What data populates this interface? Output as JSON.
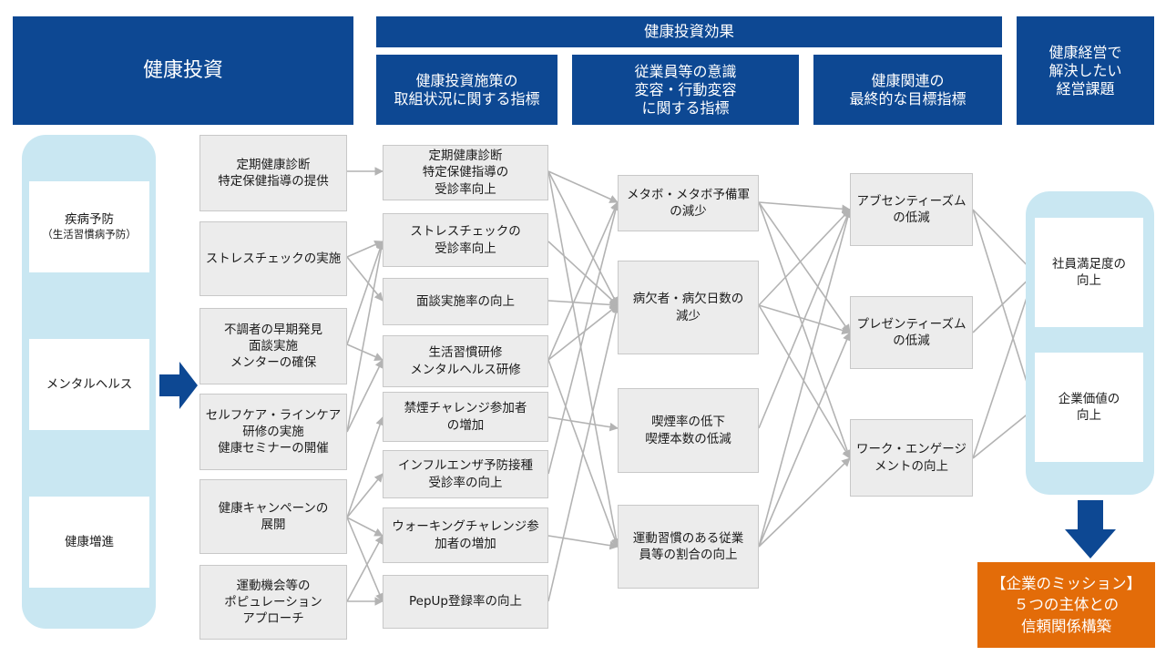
{
  "headers": {
    "investment": "健康投資",
    "effects": "健康投資効果",
    "col1": "健康投資施策の\n取組状況に関する指標",
    "col2": "従業員等の意識\n変容・行動変容\nに関する指標",
    "col3": "健康関連の\n最終的な目標指標",
    "col4": "健康経営で\n解決したい\n経営課題"
  },
  "categories": {
    "disease_prevention": "疾病予防",
    "disease_prevention_sub": "（生活習慣病予防）",
    "mental_health": "メンタルヘルス",
    "health_promotion": "健康増進"
  },
  "measures": [
    "定期健康診断\n特定保健指導の提供",
    "ストレスチェックの実施",
    "不調者の早期発見\n面談実施\nメンターの確保",
    "セルフケア・ラインケア\n研修の実施\n健康セミナーの開催",
    "健康キャンペーンの\n展開",
    "運動機会等の\nポピュレーション\nアプローチ"
  ],
  "indicators": [
    "定期健康診断\n特定保健指導の\n受診率向上",
    "ストレスチェックの\n受診率向上",
    "面談実施率の向上",
    "生活習慣研修\nメンタルヘルス研修",
    "禁煙チャレンジ参加者\nの増加",
    "インフルエンザ予防接種\n受診率の向上",
    "ウォーキングチャレンジ参\n加者の増加",
    "PepUp登録率の向上"
  ],
  "behaviors": [
    "メタボ・メタボ予備軍\nの減少",
    "病欠者・病欠日数の\n減少",
    "喫煙率の低下\n喫煙本数の低減",
    "運動習慣のある従業\n員等の割合の向上"
  ],
  "goals": [
    "アブセンティーズム\nの低減",
    "プレゼンティーズム\nの低減",
    "ワーク・エンゲージ\nメントの向上"
  ],
  "issues": [
    "社員満足度の\n向上",
    "企業価値の\n向上"
  ],
  "mission": "【企業のミッション】\n５つの主体との\n信頼関係構築",
  "colors": {
    "header_blue": "#0d4893",
    "category_bg": "#c9e7f2",
    "box_bg": "#ececec",
    "mission_orange": "#e36c09",
    "connector": "#b3b3b3"
  }
}
